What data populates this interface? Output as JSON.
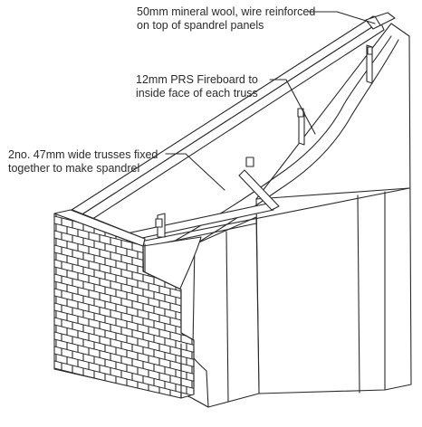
{
  "callouts": {
    "mineral_wool": {
      "line1": "50mm mineral wool, wire reinforced",
      "line2": "on top of spandrel panels"
    },
    "fireboard": {
      "line1": "12mm PRS Fireboard to",
      "line2": "inside face of each truss"
    },
    "trusses": {
      "line1": "2no. 47mm wide trusses fixed",
      "line2": "together to make spandrel"
    }
  },
  "colors": {
    "ink": "#2b2b2b",
    "background": "#ffffff"
  }
}
